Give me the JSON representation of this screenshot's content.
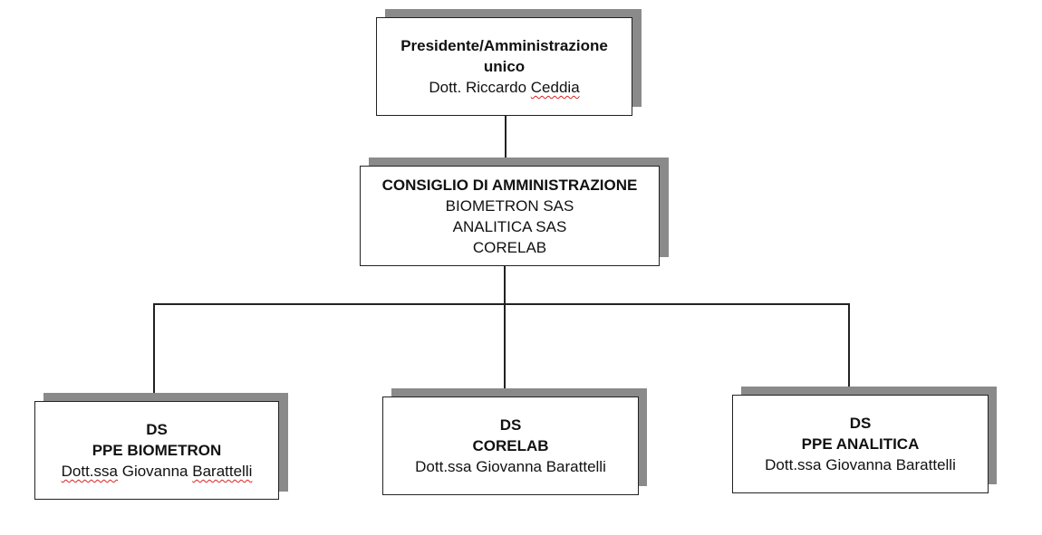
{
  "top": {
    "title_line1": "Presidente/Amministrazione",
    "title_line2": "unico",
    "name_prefix": "Dott. Riccardo",
    "name_surname": "Ceddia"
  },
  "board": {
    "title": "CONSIGLIO DI AMMINISTRAZIONE",
    "members": [
      "BIOMETRON SAS",
      "ANALITICA SAS",
      "CORELAB"
    ]
  },
  "units": [
    {
      "role": "DS",
      "name": "PPE BIOMETRON",
      "person_title": "Dott.ssa",
      "person_first": "Giovanna",
      "person_last": "Barattelli"
    },
    {
      "role": "DS",
      "name": "CORELAB",
      "person": "Dott.ssa Giovanna Barattelli"
    },
    {
      "role": "DS",
      "name": "PPE ANALITICA",
      "person": "Dott.ssa Giovanna Barattelli"
    }
  ]
}
